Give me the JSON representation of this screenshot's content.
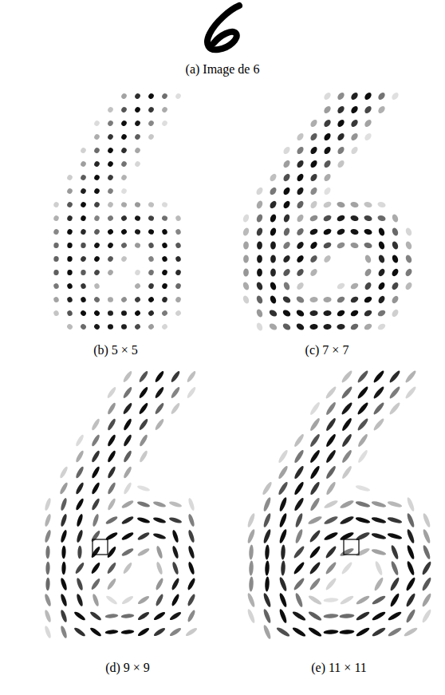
{
  "diagram": {
    "labels": [
      "(a) Image de 6",
      "(b) 5 × 5",
      "(c) 7 × 7",
      "(d) 9 × 9",
      "(e) 11 × 11"
    ]
  }
}
